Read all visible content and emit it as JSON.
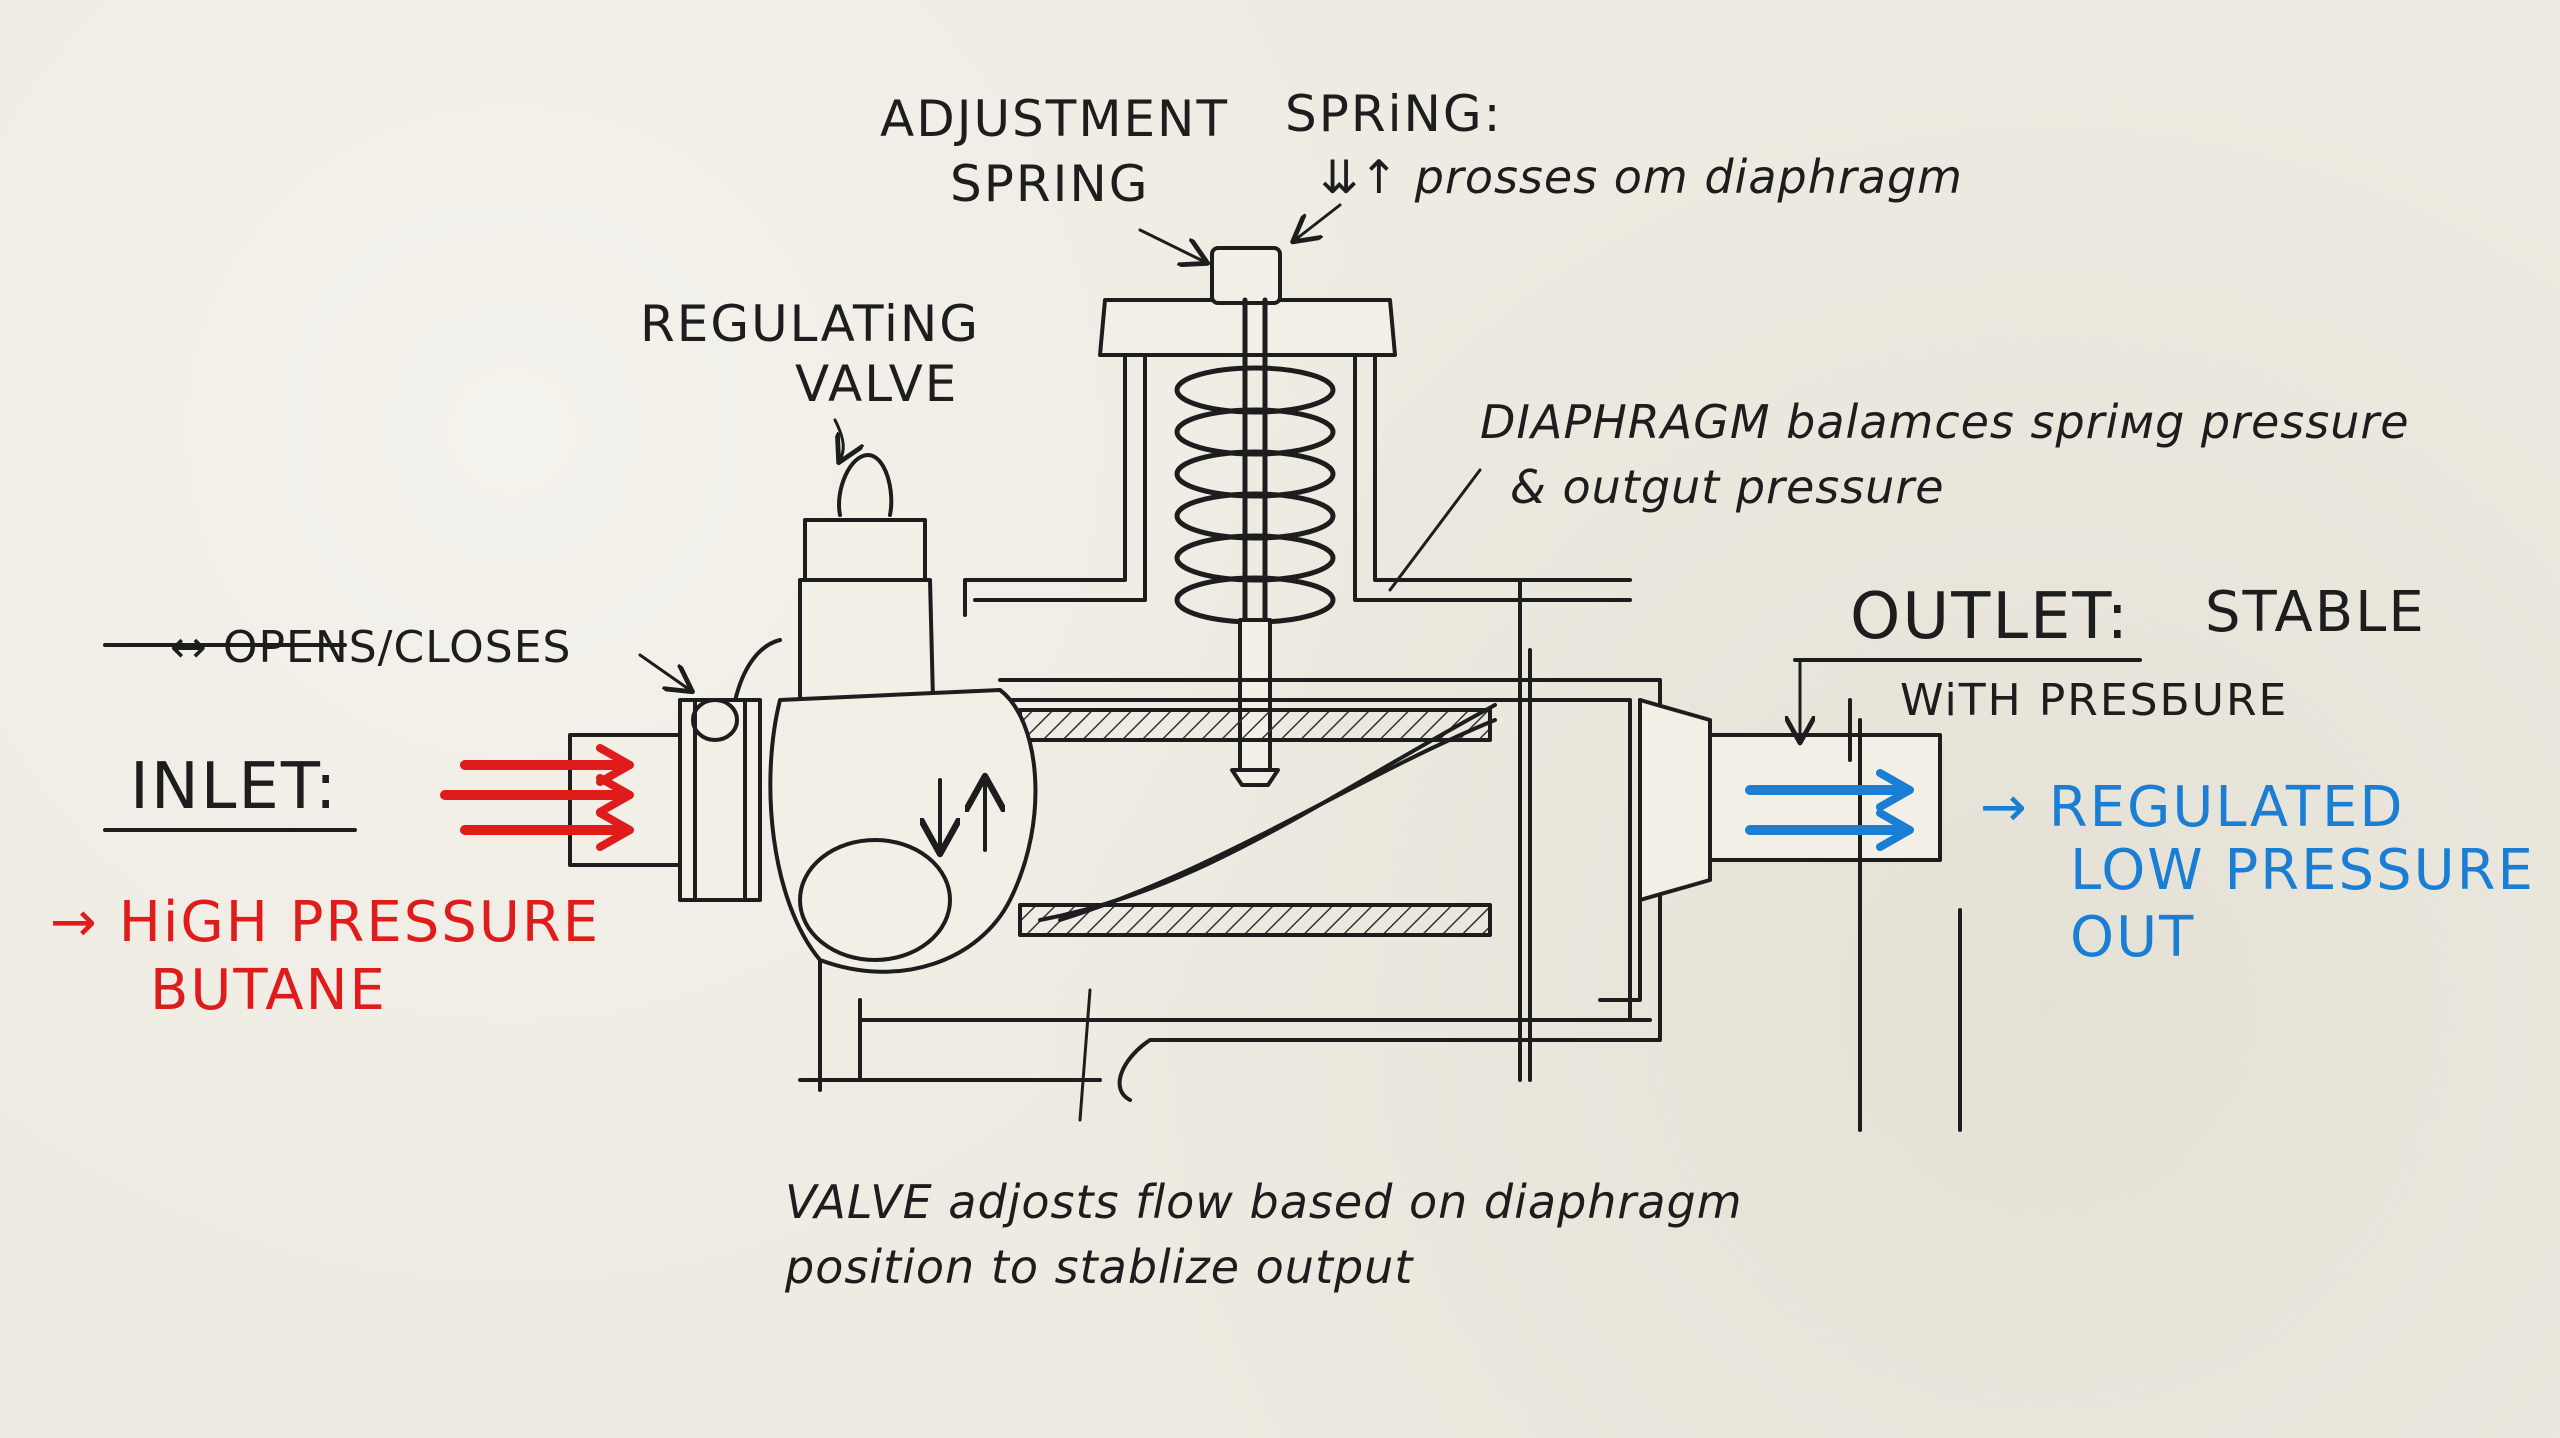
{
  "labels": {
    "adjustment_spring": [
      "ADJUSTMENT",
      "SPRING"
    ],
    "spring_title": "SPRiNG:",
    "spring_desc": "⇊↑ prosses om diaphragm",
    "regulating_valve": [
      "REGULATiNG",
      "VALVE"
    ],
    "diaphragm": [
      "DIAPHRAGM balamces spriмg pressure",
      "& outgut pressure"
    ],
    "opens_closes": "↔ OPENS/CLOSES",
    "inlet": "INLET:",
    "high_pressure": [
      "→ HiGH PRESSURE",
      "BUTANE"
    ],
    "outlet_title": "OUTLET:",
    "outlet_stable": "STABLE",
    "outlet_pressure": "WiTH PRESБURE",
    "regulated": [
      "→ REGULATED",
      "LOW PRESSURE",
      "OUT"
    ],
    "valve_note": [
      "VALVE adjosts flow based on diaphragm",
      "position to stablize output"
    ]
  },
  "colors": {
    "ink": "#1d1d1d",
    "inlet_red": "#e01b1b",
    "outlet_blue": "#1a7fd4",
    "paper": "#eeebe2"
  }
}
